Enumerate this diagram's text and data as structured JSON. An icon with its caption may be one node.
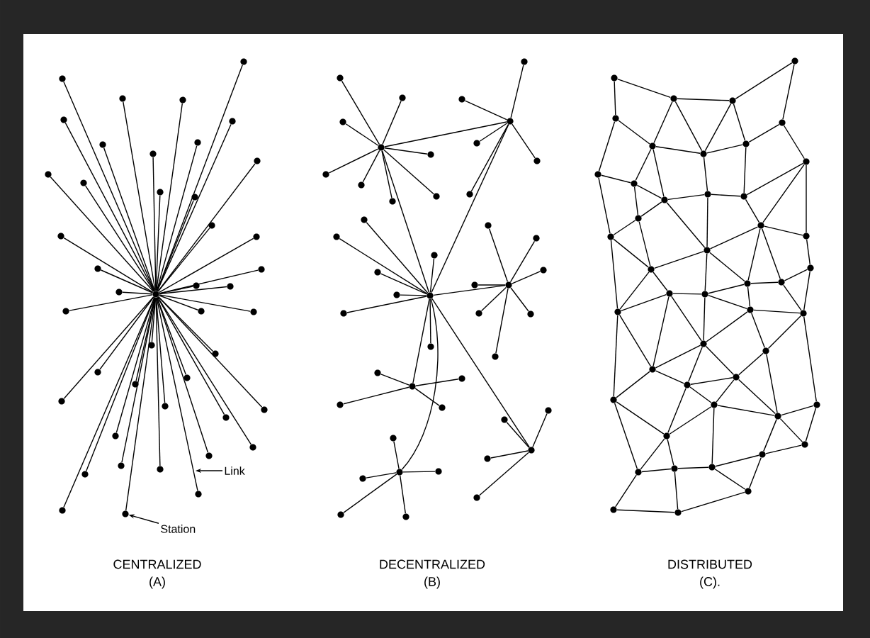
{
  "diagram": {
    "nodes": [
      {
        "text": [],
        "shape": "circle"
      },
      {
        "text": [],
        "shape": "circle"
      },
      {
        "text": [],
        "shape": "circle"
      },
      {
        "text": [],
        "shape": "circle"
      },
      {
        "text": [],
        "shape": "circle"
      },
      {
        "text": [],
        "shape": "circle"
      },
      {
        "text": [],
        "shape": "circle"
      },
      {
        "text": [],
        "shape": "circle"
      },
      {
        "text": [],
        "shape": "circle"
      },
      {
        "text": [],
        "shape": "circle"
      },
      {
        "text": [],
        "shape": "circle"
      },
      {
        "text": [],
        "shape": "circle"
      },
      {
        "text": [],
        "shape": "circle"
      },
      {
        "text": [],
        "shape": "circle"
      },
      {
        "text": [],
        "shape": "circle"
      },
      {
        "text": [],
        "shape": "circle"
      },
      {
        "text": [],
        "shape": "circle"
      },
      {
        "text": [],
        "shape": "circle"
      },
      {
        "text": [],
        "shape": "circle"
      },
      {
        "text": [],
        "shape": "circle"
      },
      {
        "text": [],
        "shape": "circle"
      },
      {
        "text": [],
        "shape": "circle"
      },
      {
        "text": [],
        "shape": "circle"
      },
      {
        "text": [],
        "shape": "circle"
      },
      {
        "text": [],
        "shape": "circle"
      },
      {
        "text": [],
        "shape": "circle"
      },
      {
        "text": [],
        "shape": "circle"
      },
      {
        "text": [],
        "shape": "circle"
      },
      {
        "text": [],
        "shape": "circle"
      },
      {
        "text": [],
        "shape": "circle"
      },
      {
        "text": [],
        "shape": "circle"
      },
      {
        "text": [],
        "shape": "circle"
      },
      {
        "text": [],
        "shape": "circle"
      },
      {
        "text": [],
        "shape": "circle"
      },
      {
        "text": [],
        "shape": "circle"
      },
      {
        "text": [],
        "shape": "circle"
      },
      {
        "text": [],
        "shape": "circle"
      },
      {
        "text": [],
        "shape": "circle"
      },
      {
        "text": [],
        "shape": "circle"
      },
      {
        "text": [],
        "shape": "circle"
      },
      {
        "text": [],
        "shape": "circle"
      },
      {
        "text": [],
        "shape": "circle"
      },
      {
        "text": [],
        "shape": "circle"
      },
      {
        "text": [],
        "shape": "circle"
      },
      {
        "text": [
          "Link"
        ]
      },
      {
        "text": [
          "Station"
        ]
      },
      {
        "text": [],
        "shape": "circle"
      },
      {
        "text": [],
        "shape": "circle"
      },
      {
        "text": [],
        "shape": "circle"
      },
      {
        "text": [],
        "shape": "circle"
      },
      {
        "text": [],
        "shape": "circle"
      },
      {
        "text": [],
        "shape": "circle"
      },
      {
        "text": [],
        "shape": "circle"
      },
      {
        "text": [],
        "shape": "circle"
      },
      {
        "text": [],
        "shape": "circle"
      },
      {
        "text": [],
        "shape": "circle"
      },
      {
        "text": [],
        "shape": "circle"
      },
      {
        "text": [],
        "shape": "circle"
      },
      {
        "text": [],
        "shape": "circle"
      },
      {
        "text": [],
        "shape": "circle"
      },
      {
        "text": [],
        "shape": "circle"
      },
      {
        "text": [],
        "shape": "circle"
      },
      {
        "text": [],
        "shape": "circle"
      },
      {
        "text": [],
        "shape": "circle"
      },
      {
        "text": [],
        "shape": "circle"
      },
      {
        "text": [],
        "shape": "circle"
      },
      {
        "text": [],
        "shape": "circle"
      },
      {
        "text": [],
        "shape": "circle"
      },
      {
        "text": [],
        "shape": "circle"
      },
      {
        "text": [],
        "shape": "circle"
      },
      {
        "text": [],
        "shape": "circle"
      },
      {
        "text": [],
        "shape": "circle"
      },
      {
        "text": [],
        "shape": "circle"
      },
      {
        "text": [],
        "shape": "circle"
      },
      {
        "text": [],
        "shape": "circle"
      },
      {
        "text": [],
        "shape": "circle"
      },
      {
        "text": [],
        "shape": "circle"
      },
      {
        "text": [],
        "shape": "circle"
      },
      {
        "text": [],
        "shape": "circle"
      },
      {
        "text": [],
        "shape": "circle"
      },
      {
        "text": [],
        "shape": "circle"
      },
      {
        "text": [],
        "shape": "circle"
      },
      {
        "text": [],
        "shape": "circle"
      },
      {
        "text": [],
        "shape": "circle"
      },
      {
        "text": [],
        "shape": "circle"
      },
      {
        "text": [],
        "shape": "circle"
      },
      {
        "text": [],
        "shape": "circle"
      },
      {
        "text": [],
        "shape": "circle"
      },
      {
        "text": [],
        "shape": "circle"
      },
      {
        "text": [],
        "shape": "circle"
      },
      {
        "text": [],
        "shape": "circle"
      },
      {
        "text": [],
        "shape": "circle"
      },
      {
        "text": [],
        "shape": "circle"
      },
      {
        "text": [],
        "shape": "circle"
      },
      {
        "text": [],
        "shape": "circle"
      },
      {
        "text": [],
        "shape": "circle"
      },
      {
        "text": [],
        "shape": "circle"
      },
      {
        "text": [],
        "shape": "circle"
      },
      {
        "text": [],
        "shape": "circle"
      },
      {
        "text": [],
        "shape": "circle"
      },
      {
        "text": [],
        "shape": "circle"
      },
      {
        "text": [],
        "shape": "circle"
      },
      {
        "text": [],
        "shape": "circle"
      },
      {
        "text": [],
        "shape": "circle"
      },
      {
        "text": [],
        "shape": "circle"
      },
      {
        "text": [],
        "shape": "circle"
      },
      {
        "text": [],
        "shape": "circle"
      },
      {
        "text": [],
        "shape": "circle"
      },
      {
        "text": [],
        "shape": "circle"
      },
      {
        "text": [],
        "shape": "circle"
      },
      {
        "text": [],
        "shape": "circle"
      },
      {
        "text": [],
        "shape": "circle"
      },
      {
        "text": [],
        "shape": "circle"
      },
      {
        "text": [],
        "shape": "circle"
      },
      {
        "text": [],
        "shape": "circle"
      },
      {
        "text": [],
        "shape": "circle"
      },
      {
        "text": [],
        "shape": "circle"
      },
      {
        "text": [],
        "shape": "circle"
      },
      {
        "text": [],
        "shape": "circle"
      },
      {
        "text": [],
        "shape": "circle"
      },
      {
        "text": [],
        "shape": "circle"
      },
      {
        "text": [],
        "shape": "circle"
      },
      {
        "text": [],
        "shape": "circle"
      },
      {
        "text": [],
        "shape": "circle"
      },
      {
        "text": [],
        "shape": "circle"
      },
      {
        "text": [],
        "shape": "circle"
      },
      {
        "text": [],
        "shape": "circle"
      },
      {
        "text": [],
        "shape": "circle"
      },
      {
        "text": [],
        "shape": "circle"
      },
      {
        "text": [],
        "shape": "circle"
      },
      {
        "text": [],
        "shape": "circle"
      },
      {
        "text": [],
        "shape": "circle"
      },
      {
        "text": [],
        "shape": "circle"
      },
      {
        "text": [],
        "shape": "circle"
      },
      {
        "text": [],
        "shape": "circle"
      },
      {
        "text": [],
        "shape": "circle"
      },
      {
        "text": [],
        "shape": "circle"
      },
      {
        "text": [],
        "shape": "circle"
      },
      {
        "text": [],
        "shape": "circle"
      },
      {
        "text": [],
        "shape": "circle"
      }
    ],
    "edges": [
      {
        "from": 0,
        "to": 1,
        "arrow": "none"
      },
      {
        "from": 0,
        "to": 2,
        "arrow": "none"
      },
      {
        "from": 0,
        "to": 3,
        "arrow": "none"
      },
      {
        "from": 0,
        "to": 4,
        "arrow": "none"
      },
      {
        "from": 0,
        "to": 5,
        "arrow": "none"
      },
      {
        "from": 0,
        "to": 6,
        "arrow": "none"
      },
      {
        "from": 0,
        "to": 7,
        "arrow": "none"
      },
      {
        "from": 0,
        "to": 8,
        "arrow": "none"
      },
      {
        "from": 0,
        "to": 9,
        "arrow": "none"
      },
      {
        "from": 0,
        "to": 10,
        "arrow": "none"
      },
      {
        "from": 0,
        "to": 11,
        "arrow": "none"
      },
      {
        "from": 0,
        "to": 12,
        "arrow": "none"
      },
      {
        "from": 0,
        "to": 13,
        "arrow": "none"
      },
      {
        "from": 0,
        "to": 14,
        "arrow": "none"
      },
      {
        "from": 0,
        "to": 15,
        "arrow": "none"
      },
      {
        "from": 0,
        "to": 16,
        "arrow": "none"
      },
      {
        "from": 0,
        "to": 17,
        "arrow": "none"
      },
      {
        "from": 0,
        "to": 18,
        "arrow": "none"
      },
      {
        "from": 0,
        "to": 19,
        "arrow": "none"
      },
      {
        "from": 0,
        "to": 20,
        "arrow": "none"
      },
      {
        "from": 0,
        "to": 21,
        "arrow": "none"
      },
      {
        "from": 0,
        "to": 22,
        "arrow": "none"
      },
      {
        "from": 0,
        "to": 23,
        "arrow": "none"
      },
      {
        "from": 0,
        "to": 24,
        "arrow": "none"
      },
      {
        "from": 0,
        "to": 25,
        "arrow": "none"
      },
      {
        "from": 0,
        "to": 26,
        "arrow": "none"
      },
      {
        "from": 0,
        "to": 27,
        "arrow": "none"
      },
      {
        "from": 0,
        "to": 28,
        "arrow": "none"
      },
      {
        "from": 0,
        "to": 29,
        "arrow": "none"
      },
      {
        "from": 0,
        "to": 30,
        "arrow": "none"
      },
      {
        "from": 0,
        "to": 31,
        "arrow": "none"
      },
      {
        "from": 0,
        "to": 32,
        "arrow": "none"
      },
      {
        "from": 0,
        "to": 33,
        "arrow": "none"
      },
      {
        "from": 0,
        "to": 34,
        "arrow": "none"
      },
      {
        "from": 0,
        "to": 35,
        "arrow": "none"
      },
      {
        "from": 0,
        "to": 36,
        "arrow": "none"
      },
      {
        "from": 0,
        "to": 37,
        "arrow": "none"
      },
      {
        "from": 0,
        "to": 38,
        "arrow": "none"
      },
      {
        "from": 0,
        "to": 39,
        "arrow": "none"
      },
      {
        "from": 0,
        "to": 40,
        "arrow": "none"
      },
      {
        "from": 0,
        "to": 41,
        "arrow": "none"
      },
      {
        "from": 0,
        "to": 42,
        "arrow": "none"
      },
      {
        "from": 0,
        "to": 43,
        "arrow": "none"
      },
      {
        "from": 44,
        "to": null,
        "arrow": "to"
      },
      {
        "from": 45,
        "to": 43,
        "arrow": "to"
      },
      {
        "from": 46,
        "to": 47,
        "arrow": "none"
      },
      {
        "from": 46,
        "to": 48,
        "arrow": "none"
      },
      {
        "from": 46,
        "to": 49,
        "arrow": "none"
      },
      {
        "from": 46,
        "to": 50,
        "arrow": "none"
      },
      {
        "from": 46,
        "to": 51,
        "arrow": "none"
      },
      {
        "from": 46,
        "to": 52,
        "arrow": "none"
      },
      {
        "from": 46,
        "to": 53,
        "arrow": "none"
      },
      {
        "from": 46,
        "to": 54,
        "arrow": "none"
      },
      {
        "from": 46,
        "to": 55,
        "arrow": "none"
      },
      {
        "from": 46,
        "to": 61,
        "arrow": "none"
      },
      {
        "from": 55,
        "to": 56,
        "arrow": "none"
      },
      {
        "from": 55,
        "to": 57,
        "arrow": "none"
      },
      {
        "from": 55,
        "to": 58,
        "arrow": "none"
      },
      {
        "from": 55,
        "to": 59,
        "arrow": "none"
      },
      {
        "from": 55,
        "to": 60,
        "arrow": "none"
      },
      {
        "from": 55,
        "to": 61,
        "arrow": "none"
      },
      {
        "from": 61,
        "to": 62,
        "arrow": "none"
      },
      {
        "from": 61,
        "to": 63,
        "arrow": "none"
      },
      {
        "from": 61,
        "to": 64,
        "arrow": "none"
      },
      {
        "from": 61,
        "to": 65,
        "arrow": "none"
      },
      {
        "from": 61,
        "to": 66,
        "arrow": "none"
      },
      {
        "from": 61,
        "to": 67,
        "arrow": "none"
      },
      {
        "from": 61,
        "to": 68,
        "arrow": "none"
      },
      {
        "from": 61,
        "to": 69,
        "arrow": "none"
      },
      {
        "from": 61,
        "to": 77,
        "arrow": "none"
      },
      {
        "from": 61,
        "to": 82,
        "arrow": "none"
      },
      {
        "from": 61,
        "to": 88,
        "arrow": "none"
      },
      {
        "from": 69,
        "to": 70,
        "arrow": "none"
      },
      {
        "from": 69,
        "to": 71,
        "arrow": "none"
      },
      {
        "from": 69,
        "to": 72,
        "arrow": "none"
      },
      {
        "from": 69,
        "to": 73,
        "arrow": "none"
      },
      {
        "from": 69,
        "to": 74,
        "arrow": "none"
      },
      {
        "from": 69,
        "to": 75,
        "arrow": "none"
      },
      {
        "from": 69,
        "to": 76,
        "arrow": "none"
      },
      {
        "from": 77,
        "to": 78,
        "arrow": "none"
      },
      {
        "from": 77,
        "to": 79,
        "arrow": "none"
      },
      {
        "from": 77,
        "to": 80,
        "arrow": "none"
      },
      {
        "from": 77,
        "to": 81,
        "arrow": "none"
      },
      {
        "from": 82,
        "to": 83,
        "arrow": "none"
      },
      {
        "from": 82,
        "to": 84,
        "arrow": "none"
      },
      {
        "from": 82,
        "to": 85,
        "arrow": "none"
      },
      {
        "from": 82,
        "to": 86,
        "arrow": "none"
      },
      {
        "from": 82,
        "to": 87,
        "arrow": "none"
      },
      {
        "from": 88,
        "to": 89,
        "arrow": "none"
      },
      {
        "from": 88,
        "to": 90,
        "arrow": "none"
      },
      {
        "from": 88,
        "to": 91,
        "arrow": "none"
      },
      {
        "from": 88,
        "to": 92,
        "arrow": "none"
      },
      {
        "from": 93,
        "to": 95,
        "arrow": "none"
      },
      {
        "from": 93,
        "to": 97,
        "arrow": "none"
      },
      {
        "from": 95,
        "to": 96,
        "arrow": "none"
      },
      {
        "from": 96,
        "to": 94,
        "arrow": "none"
      },
      {
        "from": 94,
        "to": 98,
        "arrow": "none"
      },
      {
        "from": 95,
        "to": 99,
        "arrow": "none"
      },
      {
        "from": 95,
        "to": 100,
        "arrow": "none"
      },
      {
        "from": 96,
        "to": 100,
        "arrow": "none"
      },
      {
        "from": 96,
        "to": 101,
        "arrow": "none"
      },
      {
        "from": 97,
        "to": 99,
        "arrow": "none"
      },
      {
        "from": 97,
        "to": 103,
        "arrow": "none"
      },
      {
        "from": 99,
        "to": 100,
        "arrow": "none"
      },
      {
        "from": 100,
        "to": 101,
        "arrow": "none"
      },
      {
        "from": 99,
        "to": 104,
        "arrow": "none"
      },
      {
        "from": 99,
        "to": 105,
        "arrow": "none"
      },
      {
        "from": 98,
        "to": 101,
        "arrow": "none"
      },
      {
        "from": 98,
        "to": 102,
        "arrow": "none"
      },
      {
        "from": 100,
        "to": 106,
        "arrow": "none"
      },
      {
        "from": 101,
        "to": 107,
        "arrow": "none"
      },
      {
        "from": 103,
        "to": 104,
        "arrow": "none"
      },
      {
        "from": 103,
        "to": 110,
        "arrow": "none"
      },
      {
        "from": 104,
        "to": 105,
        "arrow": "none"
      },
      {
        "from": 104,
        "to": 108,
        "arrow": "none"
      },
      {
        "from": 105,
        "to": 108,
        "arrow": "none"
      },
      {
        "from": 105,
        "to": 106,
        "arrow": "none"
      },
      {
        "from": 106,
        "to": 107,
        "arrow": "none"
      },
      {
        "from": 107,
        "to": 102,
        "arrow": "none"
      },
      {
        "from": 102,
        "to": 109,
        "arrow": "none"
      },
      {
        "from": 107,
        "to": 109,
        "arrow": "none"
      },
      {
        "from": 102,
        "to": 111,
        "arrow": "none"
      },
      {
        "from": 105,
        "to": 112,
        "arrow": "none"
      },
      {
        "from": 106,
        "to": 112,
        "arrow": "none"
      },
      {
        "from": 108,
        "to": 110,
        "arrow": "none"
      },
      {
        "from": 108,
        "to": 113,
        "arrow": "none"
      },
      {
        "from": 110,
        "to": 113,
        "arrow": "none"
      },
      {
        "from": 112,
        "to": 109,
        "arrow": "none"
      },
      {
        "from": 109,
        "to": 111,
        "arrow": "none"
      },
      {
        "from": 112,
        "to": 113,
        "arrow": "none"
      },
      {
        "from": 112,
        "to": 115,
        "arrow": "none"
      },
      {
        "from": 109,
        "to": 115,
        "arrow": "none"
      },
      {
        "from": 109,
        "to": 116,
        "arrow": "none"
      },
      {
        "from": 111,
        "to": 114,
        "arrow": "none"
      },
      {
        "from": 116,
        "to": 114,
        "arrow": "none"
      },
      {
        "from": 115,
        "to": 116,
        "arrow": "none"
      },
      {
        "from": 110,
        "to": 121,
        "arrow": "none"
      },
      {
        "from": 113,
        "to": 121,
        "arrow": "none"
      },
      {
        "from": 113,
        "to": 117,
        "arrow": "none"
      },
      {
        "from": 112,
        "to": 118,
        "arrow": "none"
      },
      {
        "from": 115,
        "to": 119,
        "arrow": "none"
      },
      {
        "from": 116,
        "to": 120,
        "arrow": "none"
      },
      {
        "from": 114,
        "to": 120,
        "arrow": "none"
      },
      {
        "from": 121,
        "to": 117,
        "arrow": "none"
      },
      {
        "from": 117,
        "to": 118,
        "arrow": "none"
      },
      {
        "from": 118,
        "to": 115,
        "arrow": "none"
      },
      {
        "from": 119,
        "to": 120,
        "arrow": "none"
      },
      {
        "from": 118,
        "to": 119,
        "arrow": "none"
      },
      {
        "from": 117,
        "to": 124,
        "arrow": "none"
      },
      {
        "from": 117,
        "to": 122,
        "arrow": "none"
      },
      {
        "from": 118,
        "to": 122,
        "arrow": "none"
      },
      {
        "from": 119,
        "to": 122,
        "arrow": "none"
      },
      {
        "from": 119,
        "to": 123,
        "arrow": "none"
      },
      {
        "from": 120,
        "to": 123,
        "arrow": "none"
      },
      {
        "from": 120,
        "to": 129,
        "arrow": "none"
      },
      {
        "from": 121,
        "to": 124,
        "arrow": "none"
      },
      {
        "from": 121,
        "to": 127,
        "arrow": "none"
      },
      {
        "from": 124,
        "to": 122,
        "arrow": "none"
      },
      {
        "from": 124,
        "to": 126,
        "arrow": "none"
      },
      {
        "from": 122,
        "to": 126,
        "arrow": "none"
      },
      {
        "from": 122,
        "to": 125,
        "arrow": "none"
      },
      {
        "from": 123,
        "to": 125,
        "arrow": "none"
      },
      {
        "from": 123,
        "to": 130,
        "arrow": "none"
      },
      {
        "from": 126,
        "to": 125,
        "arrow": "none"
      },
      {
        "from": 126,
        "to": 128,
        "arrow": "none"
      },
      {
        "from": 125,
        "to": 128,
        "arrow": "none"
      },
      {
        "from": 125,
        "to": 130,
        "arrow": "none"
      },
      {
        "from": 127,
        "to": 124,
        "arrow": "none"
      },
      {
        "from": 127,
        "to": 131,
        "arrow": "none"
      },
      {
        "from": 127,
        "to": 134,
        "arrow": "none"
      },
      {
        "from": 126,
        "to": 131,
        "arrow": "none"
      },
      {
        "from": 128,
        "to": 131,
        "arrow": "none"
      },
      {
        "from": 128,
        "to": 130,
        "arrow": "none"
      },
      {
        "from": 128,
        "to": 136,
        "arrow": "none"
      },
      {
        "from": 130,
        "to": 129,
        "arrow": "none"
      },
      {
        "from": 130,
        "to": 133,
        "arrow": "none"
      },
      {
        "from": 129,
        "to": 132,
        "arrow": "none"
      },
      {
        "from": 130,
        "to": 132,
        "arrow": "none"
      },
      {
        "from": 131,
        "to": 134,
        "arrow": "none"
      },
      {
        "from": 131,
        "to": 135,
        "arrow": "none"
      },
      {
        "from": 134,
        "to": 135,
        "arrow": "none"
      },
      {
        "from": 135,
        "to": 136,
        "arrow": "none"
      },
      {
        "from": 136,
        "to": 133,
        "arrow": "none"
      },
      {
        "from": 133,
        "to": 132,
        "arrow": "none"
      },
      {
        "from": 136,
        "to": 137,
        "arrow": "none"
      },
      {
        "from": 133,
        "to": 137,
        "arrow": "none"
      },
      {
        "from": 134,
        "to": 138,
        "arrow": "none"
      },
      {
        "from": 138,
        "to": 139,
        "arrow": "none"
      },
      {
        "from": 135,
        "to": 139,
        "arrow": "none"
      },
      {
        "from": 139,
        "to": 137,
        "arrow": "none"
      }
    ],
    "labels": [
      "CENTRALIZED",
      "(A)",
      "DECENTRALIZED",
      "(B)",
      "DISTRIBUTED",
      "(C)."
    ]
  }
}
